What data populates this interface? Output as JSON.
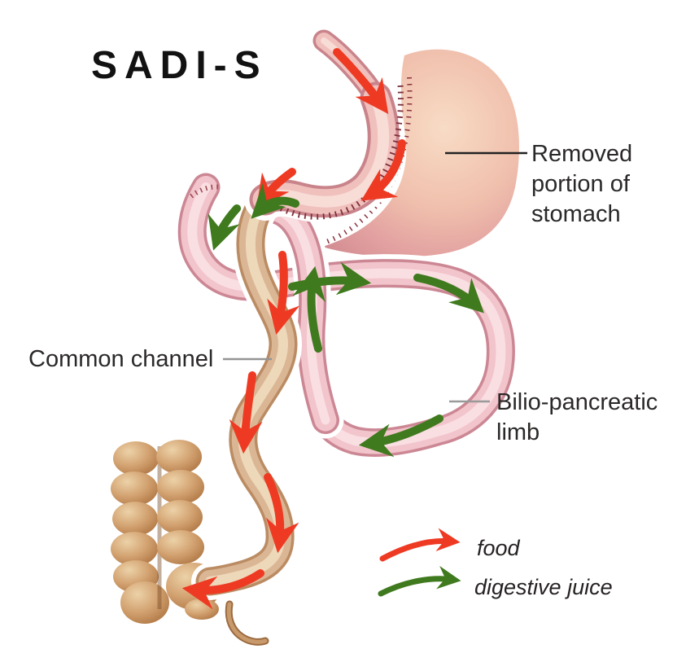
{
  "title": "SADI-S",
  "labels": {
    "removed_portion": {
      "line1": "Removed",
      "line2": "portion of",
      "line3": "stomach"
    },
    "common_channel": "Common channel",
    "bilio_pancreatic": {
      "line1": "Bilio-pancreatic",
      "line2": "limb"
    }
  },
  "legend": {
    "food": {
      "label": "food",
      "color": "#ee3a23"
    },
    "digestive_juice": {
      "label": "digestive juice",
      "color": "#3f7a1e"
    }
  },
  "colors": {
    "arrow_food": "#ee3a23",
    "arrow_digestive_juice": "#3f7a1e",
    "stomach_pink": "#eab3a8",
    "intestine_pink": "#f2c4cb",
    "common_channel_tan": "#dab694",
    "colon_brown": "#c08c5c",
    "label_text": "#2b2828",
    "leader_gray": "#949494",
    "leader_black": "#222222"
  }
}
